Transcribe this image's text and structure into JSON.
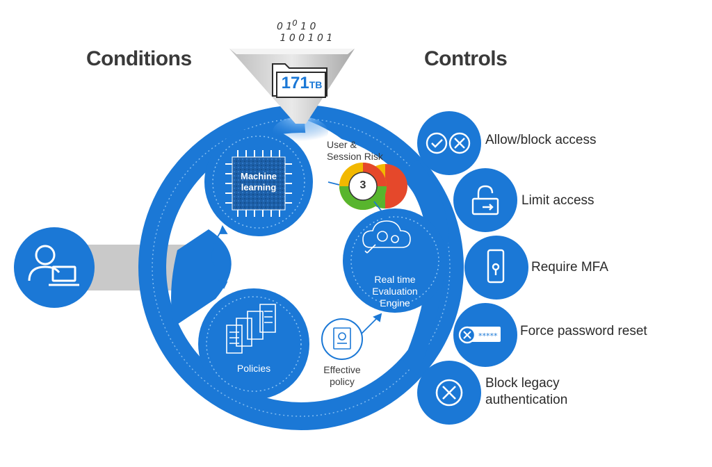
{
  "headings": {
    "conditions": "Conditions",
    "controls": "Controls"
  },
  "data_funnel": {
    "amount": "171",
    "unit": "TB",
    "bits": [
      "0",
      "1",
      "0",
      "1",
      "0",
      "1",
      "0",
      "0",
      "1",
      "0",
      "1"
    ]
  },
  "nodes": {
    "machine_learning": "Machine learning",
    "session_risk": "User & Session Risk",
    "risk_score": "3",
    "engine": [
      "Real time",
      "Evaluation",
      "Engine"
    ],
    "policies": "Policies",
    "effective_policy": [
      "Effective",
      "policy"
    ]
  },
  "controls": [
    {
      "label": "Allow/block access",
      "icon": "check-and-x-icon"
    },
    {
      "label": "Limit access",
      "icon": "lock-exit-icon"
    },
    {
      "label": "Require MFA",
      "icon": "phone-lock-icon"
    },
    {
      "label": "Force password reset",
      "icon": "password-reset-icon"
    },
    {
      "label": "Block legacy authentication",
      "icon": "block-x-icon"
    }
  ],
  "colors": {
    "primary_blue": "#1b78d6",
    "dark_blue": "#0e5fb3",
    "light_blue": "#3d95e8",
    "gray": "#c8c8c8",
    "text": "#2a2a2a"
  }
}
